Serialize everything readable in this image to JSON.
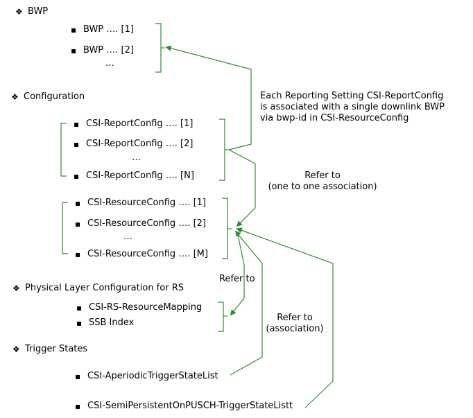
{
  "sections": {
    "bwp": {
      "marker": "❖",
      "title": "BWP",
      "items": [
        "BWP …. [1]",
        "BWP …. [2]",
        "…"
      ]
    },
    "configuration": {
      "marker": "❖",
      "title": "Configuration",
      "report_items": [
        "CSI-ReportConfig …. [1]",
        "CSI-ReportConfig …. [2]",
        "…",
        "CSI-ReportConfig …. [N]"
      ],
      "resource_items": [
        "CSI-ResourceConfig …. [1]",
        "CSI-ResourceConfig …. [2]",
        "…",
        "CSI-ResourceConfig …. [M]"
      ]
    },
    "phy": {
      "marker": "❖",
      "title": "Physical Layer Configuration for RS",
      "items": [
        "CSI-RS-ResourceMapping",
        "SSB Index"
      ]
    },
    "trigger": {
      "marker": "❖",
      "title": "Trigger States",
      "items": [
        "CSI-AperiodicTriggerStateList",
        "CSI-SemiPersistentOnPUSCH-TriggerStateListt"
      ]
    }
  },
  "bullet": "▪",
  "annotations": {
    "bwp_assoc": [
      "Each Reporting Setting CSI-ReportConfig",
      "is associated with a single downlink BWP",
      "via bwp-id in CSI-ResourceConfig"
    ],
    "refer_one_to_one": [
      "Refer to",
      "(one to one association)"
    ],
    "refer_to": "Refer to",
    "refer_association": [
      "Refer to",
      "(association)"
    ]
  },
  "colors": {
    "line": "#2e8b2e",
    "text": "#000000"
  }
}
